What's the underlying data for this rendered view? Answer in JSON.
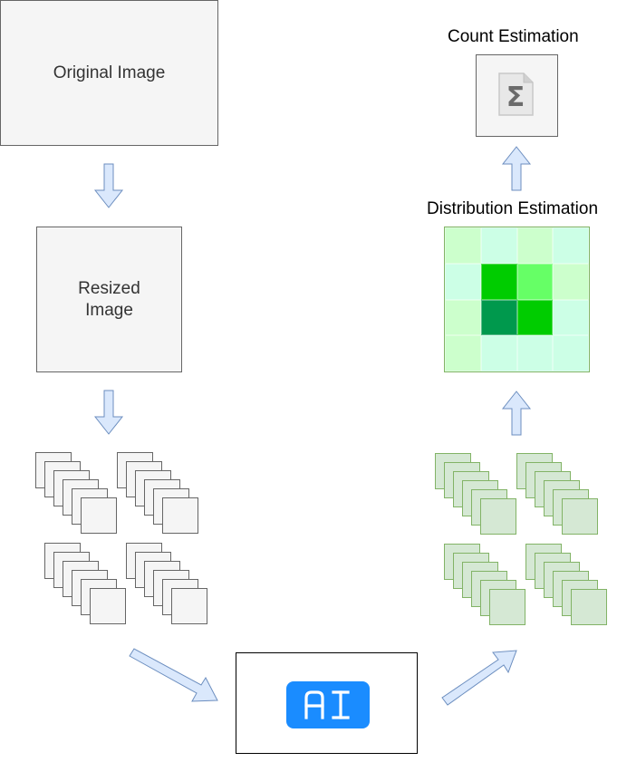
{
  "nodes": {
    "original": "Original Image",
    "resized_line1": "Resized",
    "resized_line2": "Image",
    "distribution": "Distribution Estimation",
    "count": "Count Estimation"
  },
  "ai_label": "AI",
  "icons": {
    "ai": "ai-badge-icon",
    "sum": "sigma-document-icon"
  },
  "heatmap": {
    "colors": [
      [
        "#ccffcc",
        "#ccffe6",
        "#ccffcc",
        "#ccffe6"
      ],
      [
        "#ccffe6",
        "#00cc00",
        "#66ff66",
        "#ccffcc"
      ],
      [
        "#ccffcc",
        "#00994d",
        "#00cc00",
        "#ccffe6"
      ],
      [
        "#ccffcc",
        "#ccffe6",
        "#ccffe6",
        "#ccffe6"
      ]
    ]
  },
  "colors": {
    "arrow_fill": "#dae8fc",
    "arrow_stroke": "#6c8ebf",
    "ai_blue": "#1a8cff",
    "tile_green": "#d5e8d4",
    "tile_green_stroke": "#82b366"
  }
}
